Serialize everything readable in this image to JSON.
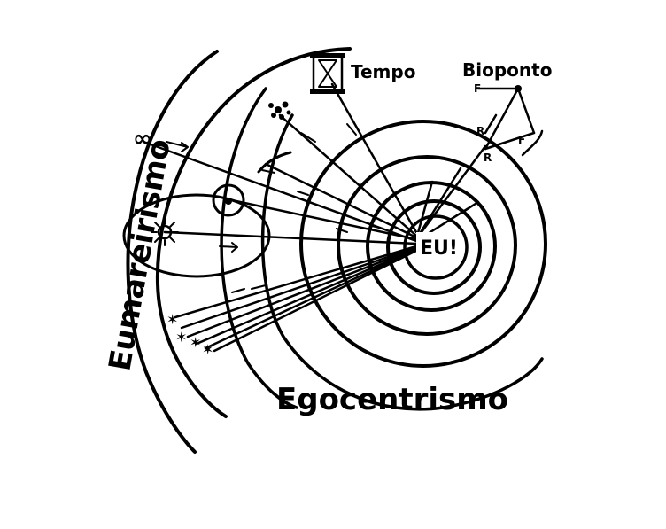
{
  "diagram": {
    "center_label": "EU!",
    "labels": {
      "eumareirismo": "Eumareirismo",
      "egocentrismo": "Egocentrismo",
      "tempo": "Tempo",
      "bioponto": "Bioponto",
      "infinity": "∞"
    },
    "bioponto_vectors": {
      "f1": "F",
      "f2": "F",
      "r1": "R",
      "r2": "R"
    },
    "colors": {
      "ink": "#000000",
      "paper": "#ffffff"
    },
    "icons": [
      "hourglass-icon",
      "sun-icon",
      "planet-icon",
      "cluster-icon",
      "comet-icon",
      "star-icon"
    ]
  }
}
